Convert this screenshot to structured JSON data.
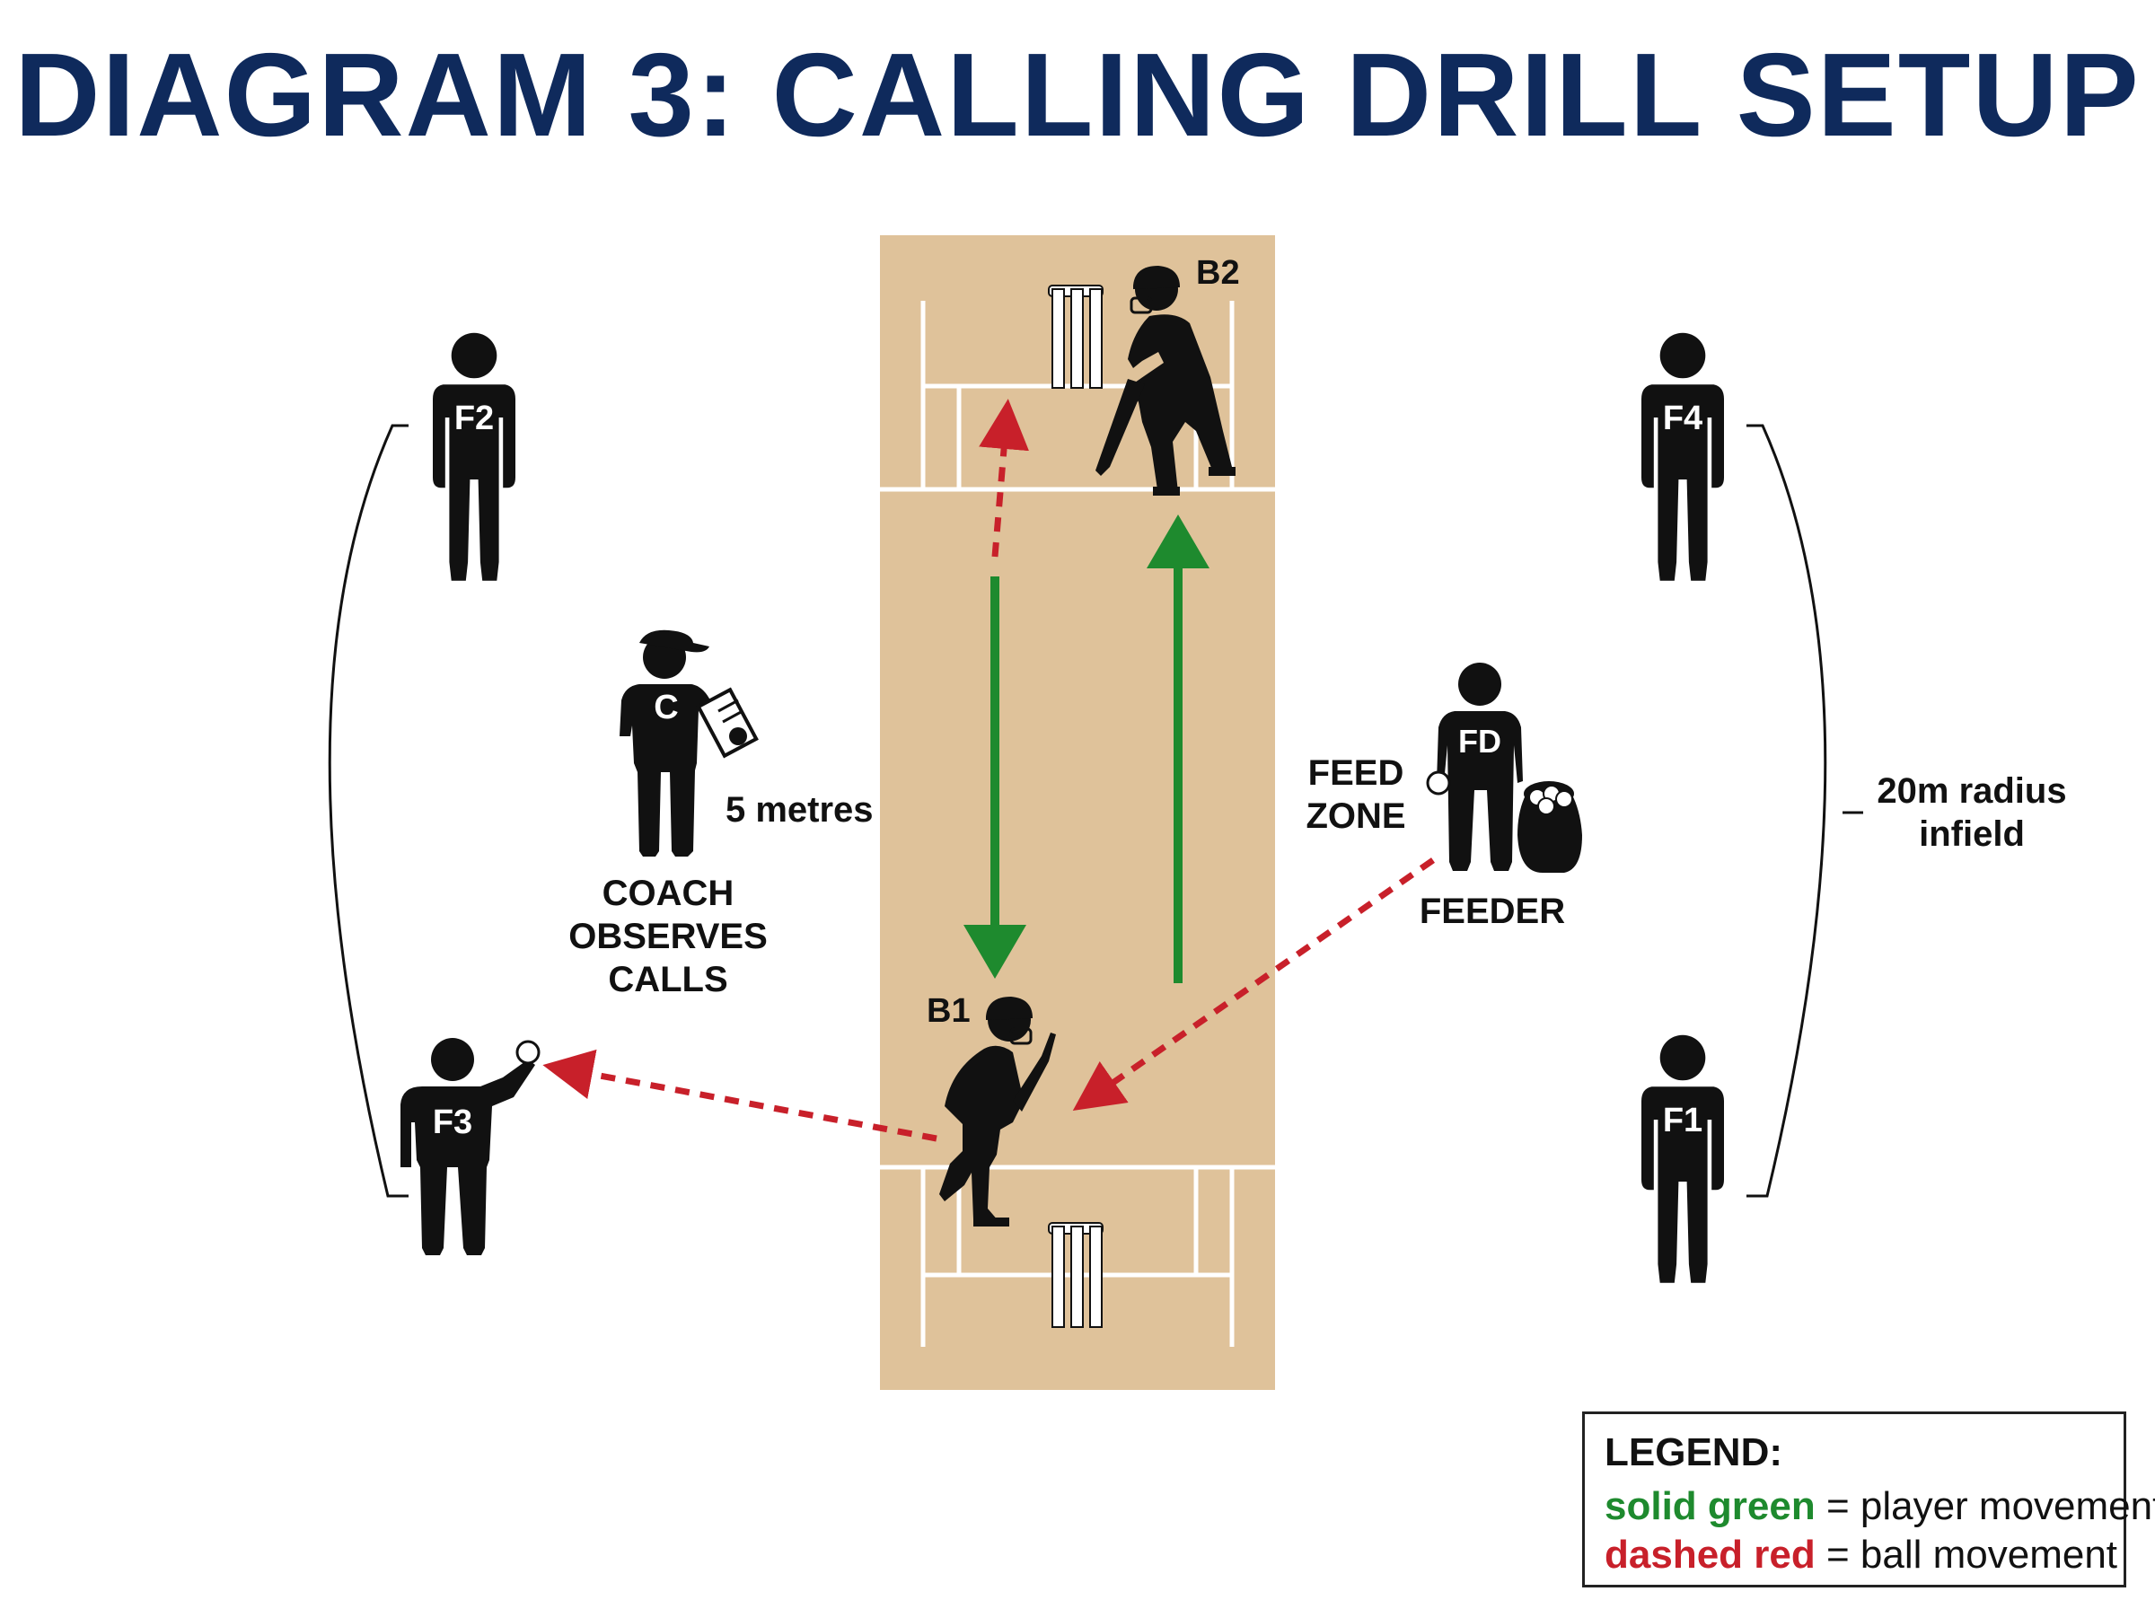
{
  "title": "DIAGRAM 3: CALLING DRILL SETUP",
  "players": {
    "b1": "B1",
    "b2": "B2",
    "f1": "F1",
    "f2": "F2",
    "f3": "F3",
    "f4": "F4",
    "coach_badge": "C",
    "feeder_badge": "FD"
  },
  "labels": {
    "five_metres": "5 metres",
    "coach_line1": "COACH",
    "coach_line2": "OBSERVES",
    "coach_line3": "CALLS",
    "feed_line1": "FEED",
    "feed_line2": "ZONE",
    "feeder": "FEEDER",
    "radius_line1": "20m radius",
    "radius_line2": "infield"
  },
  "legend": {
    "title": "LEGEND:",
    "green_key": "solid green",
    "green_desc": " = player movement",
    "red_key": "dashed red",
    "red_desc": " = ball movement"
  },
  "colors": {
    "title": "#0f2a5c",
    "pitch": "#dfc29a",
    "player_movement": "#1e8a2e",
    "ball_movement": "#c8202a",
    "figure": "#111111"
  }
}
